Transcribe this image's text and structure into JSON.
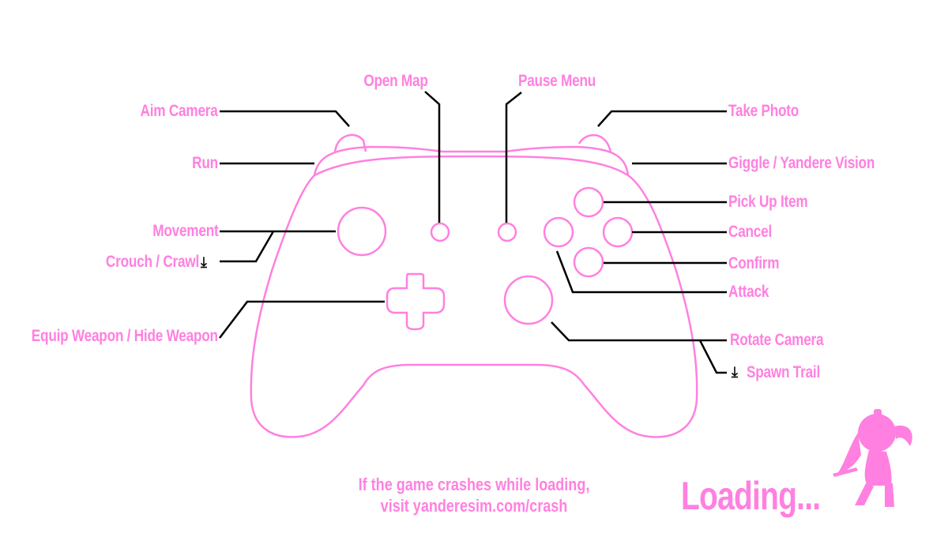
{
  "colors": {
    "accent": "#ff80e0",
    "line": "#000000",
    "background": "#ffffff"
  },
  "labels": {
    "open_map": "Open Map",
    "pause_menu": "Pause Menu",
    "aim_camera": "Aim Camera",
    "take_photo": "Take Photo",
    "run": "Run",
    "giggle": "Giggle / Yandere Vision",
    "pick_up_item": "Pick Up Item",
    "movement": "Movement",
    "cancel": "Cancel",
    "crouch": "Crouch / Crawl",
    "confirm": "Confirm",
    "attack": "Attack",
    "equip_weapon": "Equip Weapon / Hide Weapon",
    "rotate_camera": "Rotate Camera",
    "spawn_trail": "Spawn Trail"
  },
  "footer": {
    "crash_line1": "If the game crashes while loading,",
    "crash_line2": "visit yanderesim.com/crash",
    "loading": "Loading..."
  },
  "icons": {
    "hold": "press-down-icon",
    "mascot": "girl-silhouette-icon"
  }
}
